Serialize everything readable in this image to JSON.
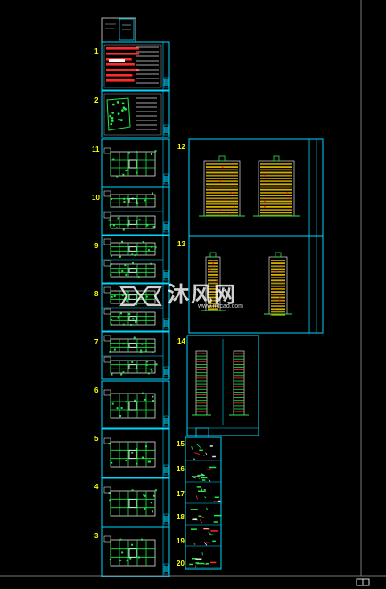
{
  "sheet_labels": {
    "s1": "1",
    "s2": "2",
    "s11": "11",
    "s10": "10",
    "s9": "9",
    "s8": "8",
    "s7": "7",
    "s6": "6",
    "s5": "5",
    "s4": "4",
    "s3": "3",
    "s12": "12",
    "s13": "13",
    "s14": "14",
    "s15": "15",
    "s16": "16",
    "s17": "17",
    "s18": "18",
    "s19": "19",
    "s20": "20"
  },
  "watermark": {
    "brand": "沐风网",
    "url": "www.mfcad.com"
  },
  "colors": {
    "background": "#000000",
    "frame": "#00d8ff",
    "label": "#ffff00",
    "drawing_green": "#22e84a",
    "drawing_red": "#ff2a2a",
    "drawing_yellow": "#e8c400",
    "drawing_white": "#e6e6e6",
    "watermark": "#ffffff"
  },
  "icons": {
    "corner": "viewport-corner-icon"
  }
}
